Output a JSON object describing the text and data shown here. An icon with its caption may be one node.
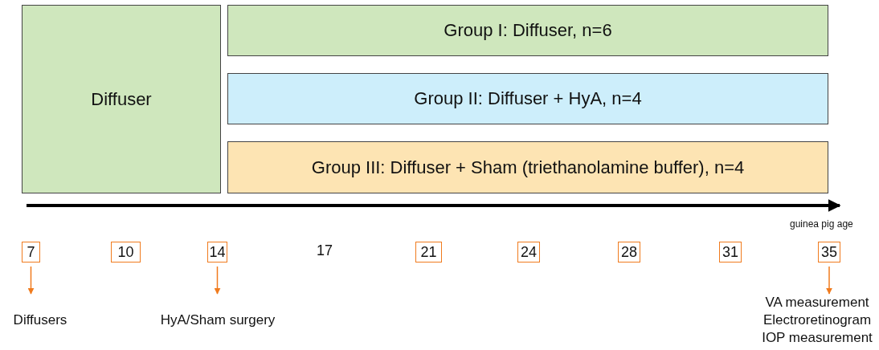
{
  "diagram": {
    "nodes": [
      {
        "text": [
          "Diffuser"
        ]
      },
      {
        "text": [
          "Group I: Diffuser, n=6"
        ]
      },
      {
        "text": [
          "Group II: Diffuser + HyA, n=4"
        ]
      },
      {
        "text": [
          "Group III: Diffuser + Sham (triethanolamine buffer), n=4"
        ]
      },
      {
        "text": [
          "7"
        ]
      },
      {
        "text": [
          "10"
        ]
      },
      {
        "text": [
          "14"
        ]
      },
      {
        "text": [
          "21"
        ]
      },
      {
        "text": [
          "24"
        ]
      },
      {
        "text": [
          "28"
        ]
      },
      {
        "text": [
          "31"
        ]
      },
      {
        "text": [
          "35"
        ]
      },
      {
        "text": [
          "Diffusers"
        ]
      },
      {
        "text": [
          "HyA/Sham surgery"
        ]
      },
      {
        "text": [
          "VA measurement",
          "Electroretinogram",
          "IOP measurement"
        ]
      }
    ],
    "edges": [
      {
        "from": 4,
        "to": 12,
        "arrow": "to"
      },
      {
        "from": 6,
        "to": 13,
        "arrow": "to"
      },
      {
        "from": 11,
        "to": 14,
        "arrow": "to"
      }
    ],
    "labels": [
      "guinea pig age",
      "17"
    ]
  }
}
